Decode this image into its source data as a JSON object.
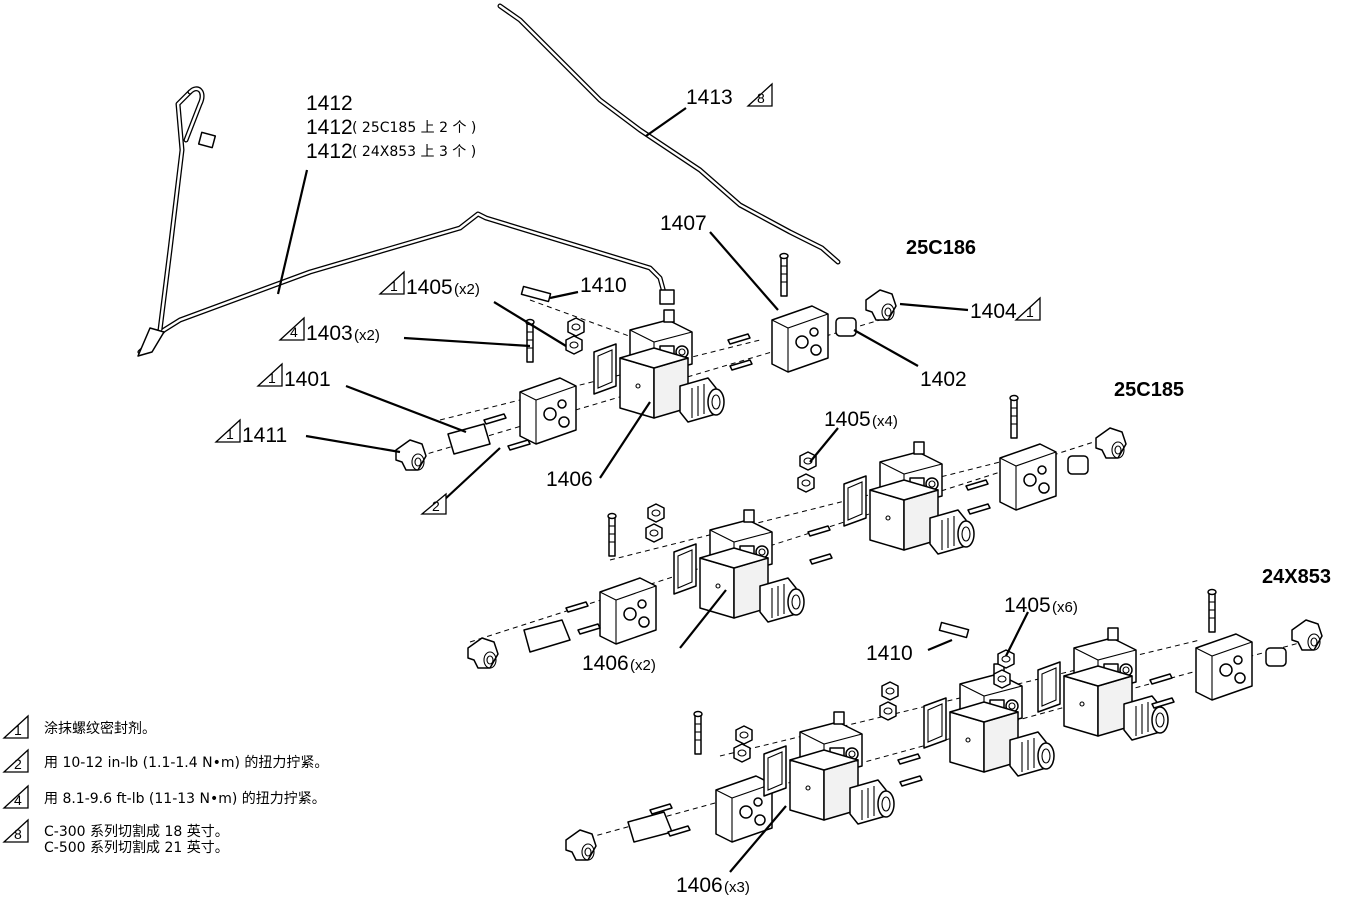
{
  "models": {
    "m1": "25C186",
    "m2": "25C185",
    "m3": "24X853"
  },
  "callouts": {
    "c1412a": "1412",
    "c1412b": "1412",
    "c1412b_note": "( 25C185 上 2 个 )",
    "c1412c": "1412",
    "c1412c_note": "( 24X853 上 3 个 )",
    "c1413": "1413",
    "c1407": "1407",
    "c1410a": "1410",
    "c1405a": "1405",
    "c1405a_q": "(x2)",
    "c1403": "1403",
    "c1403_q": "(x2)",
    "c1401": "1401",
    "c1411": "1411",
    "c1406a": "1406",
    "c1404": "1404",
    "c1402": "1402",
    "c1405b": "1405",
    "c1405b_q": "(x4)",
    "c1406b": "1406",
    "c1406b_q": "(x2)",
    "c1410b": "1410",
    "c1405c": "1405",
    "c1405c_q": "(x6)",
    "c1406c": "1406",
    "c1406c_q": "(x3)"
  },
  "symbols": {
    "s1": "1",
    "s2": "2",
    "s4": "4",
    "s8": "8"
  },
  "notes": {
    "n1": "涂抹螺纹密封剂。",
    "n2": "用 10-12 in-lb (1.1-1.4 N•m) 的扭力拧紧。",
    "n4": "用 8.1-9.6 ft-lb (11-13 N•m) 的扭力拧紧。",
    "n8a": "C-300 系列切割成 18 英寸。",
    "n8b": "C-500 系列切割成 21 英寸。"
  }
}
